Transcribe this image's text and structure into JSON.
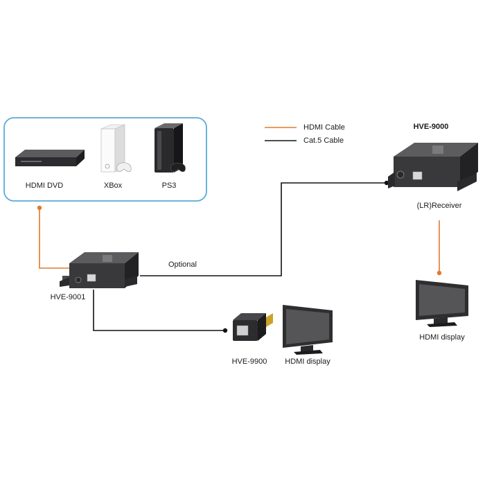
{
  "legend": {
    "hdmi_cable": "HDMI Cable",
    "cat5_cable": "Cat.5 Cable"
  },
  "colors": {
    "hdmi_cable": "#e07a2a",
    "cat5_cable": "#111111",
    "source_box_border": "#5aaad6",
    "device_body": "#3a3a3c"
  },
  "sources": {
    "hdmi_dvd": "HDMI DVD",
    "xbox": "XBox",
    "ps3": "PS3"
  },
  "devices": {
    "transmitter": "HVE-9001",
    "receiver_model": "HVE-9000",
    "receiver_role": "(LR)Receiver",
    "adapter": "HVE-9900"
  },
  "displays": {
    "local": "HDMI display",
    "remote": "HDMI display"
  },
  "connections": {
    "optional": "Optional"
  }
}
